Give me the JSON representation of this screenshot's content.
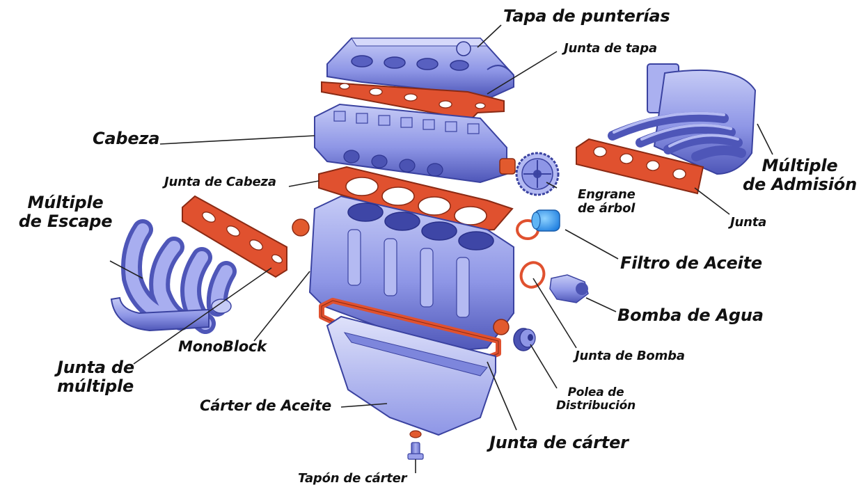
{
  "diagram": {
    "colors": {
      "metal": "#8e96e6",
      "metal_dark": "#4e56b8",
      "metal_light": "#c6cbf6",
      "gasket": "#e0512f",
      "gasket_dark": "#8a2a14",
      "leader": "#222222",
      "text": "#111111"
    },
    "labels": {
      "valve_cover": "Tapa de punterías",
      "cover_gasket": "Junta de tapa",
      "head": "Cabeza",
      "head_gasket": "Junta de Cabeza",
      "exhaust_manifold": [
        "Múltiple",
        "de Escape"
      ],
      "intake_manifold": [
        "Múltiple",
        "de Admisión"
      ],
      "cam_gear": [
        "Engrane",
        "de árbol"
      ],
      "intake_gasket": "Junta",
      "oil_filter": "Filtro de Aceite",
      "water_pump": "Bomba de Agua",
      "pump_gasket": "Junta de Bomba",
      "pulley": [
        "Polea de",
        "Distribución"
      ],
      "block": "MonoBlock",
      "manifold_gasket": [
        "Junta de",
        "múltiple"
      ],
      "oil_pan": "Cárter de Aceite",
      "pan_gasket": "Junta de cárter",
      "drain_plug": "Tapón de cárter"
    }
  }
}
